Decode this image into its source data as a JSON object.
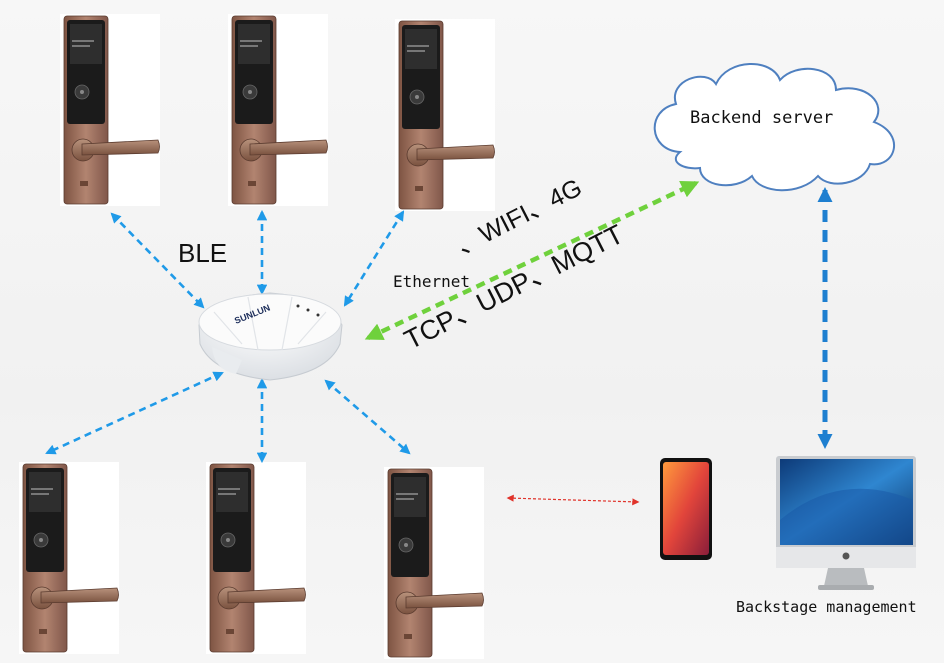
{
  "labels": {
    "ble": "BLE",
    "ethernet": "Ethernet",
    "protocols_top": "、WIFI、4G",
    "protocols_bottom": "TCP、UDP、MQTT",
    "cloud": "Backend server",
    "pc": "Backstage management"
  },
  "gateway_brand": "SUNLUN",
  "colors": {
    "ble_link": "#1f9ae8",
    "network_link": "#6fd13c",
    "server_link": "#1e7fd0",
    "nfc_link": "#e0322a",
    "lock_bronze": "#9a6b55",
    "lock_dark": "#2b2b2b"
  },
  "icons": [
    "door-lock-icon",
    "gateway-icon",
    "cloud-icon",
    "smartphone-icon",
    "desktop-computer-icon"
  ]
}
